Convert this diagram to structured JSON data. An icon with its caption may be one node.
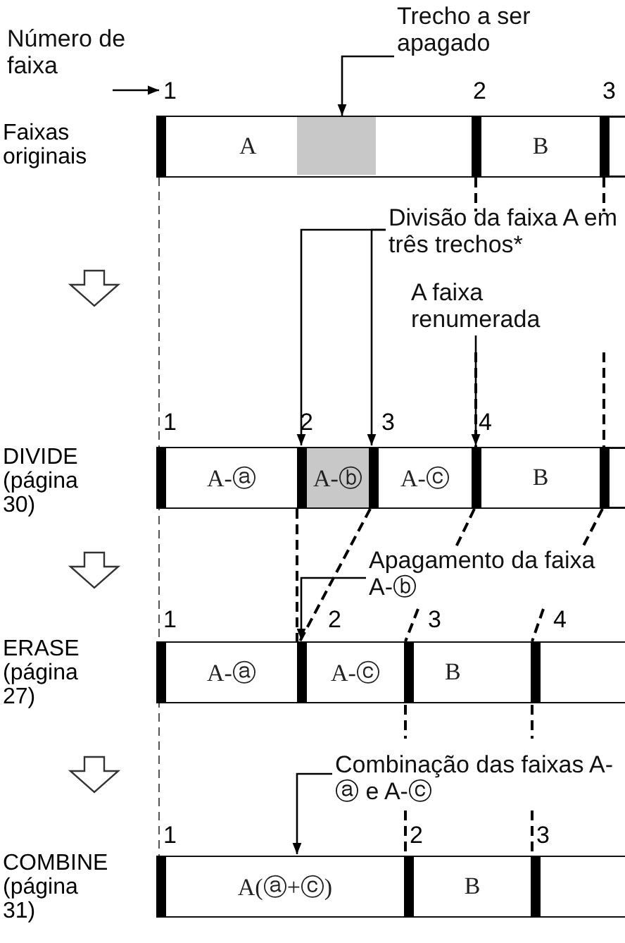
{
  "diagram": {
    "nodes": [
      {
        "text": [
          "Número de faixa"
        ]
      },
      {
        "text": [
          "1"
        ]
      },
      {
        "text": [
          "A"
        ]
      },
      {
        "text": [],
        "shape": "box",
        "in": 2
      },
      {
        "text": [
          "B"
        ]
      },
      {
        "text": [
          "Trecho a ser apagado"
        ]
      },
      {
        "text": [
          "Divisão da faixa A em três trechos*"
        ]
      },
      {
        "text": [
          "A faixa renumerada"
        ]
      },
      {
        "text": [
          "A-ⓐ"
        ]
      },
      {
        "text": [
          "A-ⓑ"
        ]
      },
      {
        "text": [
          "A-ⓒ"
        ]
      },
      {
        "text": [
          "B"
        ]
      },
      {
        "text": [
          "Apagamento da faixa A-ⓑ"
        ]
      },
      {
        "text": [
          "A-ⓐ"
        ]
      },
      {
        "text": [
          "A-ⓒ"
        ]
      },
      {
        "text": [
          "B"
        ]
      },
      {
        "text": [],
        "shape": "box"
      },
      {
        "text": [
          "Combinação das faixas A-ⓐ e A-ⓒ"
        ]
      },
      {
        "text": [
          "A(ⓐ+ⓒ)"
        ]
      },
      {
        "text": [
          "B"
        ]
      },
      {
        "text": [],
        "shape": "box"
      }
    ],
    "edges": [
      {
        "from": 0,
        "to": 1,
        "arrow": "to"
      },
      {
        "from": 5,
        "to": 3,
        "arrow": "to"
      },
      {
        "from": 6,
        "to": 9,
        "arrow": "to"
      },
      {
        "from": 6,
        "to": 9,
        "arrow": "to"
      },
      {
        "from": 7,
        "to": 11,
        "arrow": "to"
      },
      {
        "from": 12,
        "to": 14,
        "arrow": "to"
      },
      {
        "from": 17,
        "to": 18,
        "arrow": "to"
      }
    ],
    "labels": [
      "Faixas originais",
      "2",
      "3",
      "1",
      "2",
      "3",
      "4",
      "DIVIDE (página 30)",
      "1",
      "2",
      "3",
      "4",
      "ERASE (página 27)",
      "1",
      "2",
      "3",
      "COMBINE (página 31)"
    ]
  }
}
